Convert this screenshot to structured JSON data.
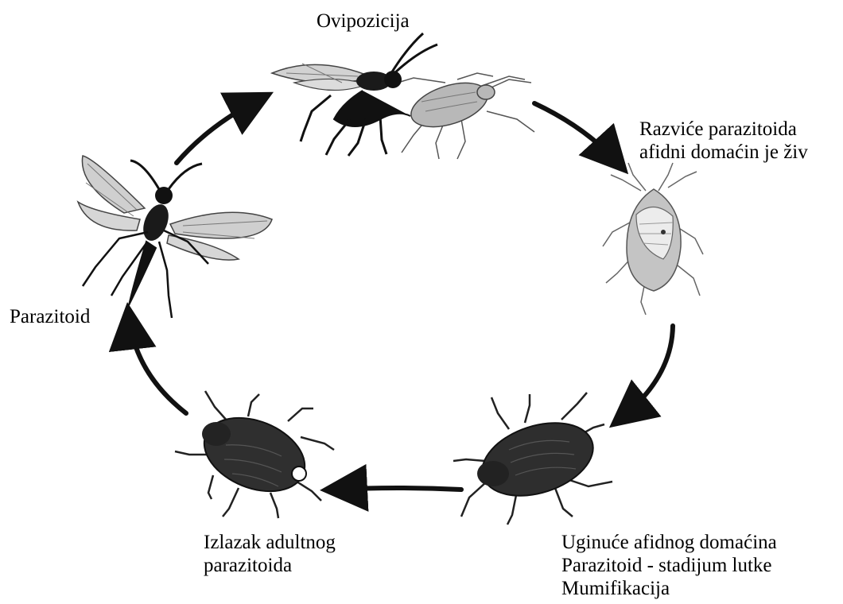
{
  "labels": {
    "oviposition": [
      "Ovipozicija"
    ],
    "development": [
      "Razviće parazitoida",
      "afidni domaćin je živ"
    ],
    "host_death": [
      "Uginuće afidnog domaćina",
      "Parazitoid - stadijum lutke",
      "Mumifikacija"
    ],
    "emergence": [
      "Izlazak adultnog",
      "parazitoida"
    ],
    "parasitoid": [
      "Parazitoid"
    ]
  },
  "stages": [
    {
      "id": "oviposition",
      "icon": "wasp-ovipositing-into-aphid-icon"
    },
    {
      "id": "development",
      "icon": "aphid-with-larva-inside-icon"
    },
    {
      "id": "host_death",
      "icon": "mummified-aphid-icon"
    },
    {
      "id": "emergence",
      "icon": "mummified-aphid-emergence-icon"
    },
    {
      "id": "parasitoid",
      "icon": "adult-parasitoid-wasp-icon"
    }
  ],
  "colors": {
    "background": "#ffffff",
    "ink": "#111111",
    "wing": "#cfcfcf",
    "live_aphid": "#b5b5b5",
    "mummy": "#2a2a2a"
  }
}
